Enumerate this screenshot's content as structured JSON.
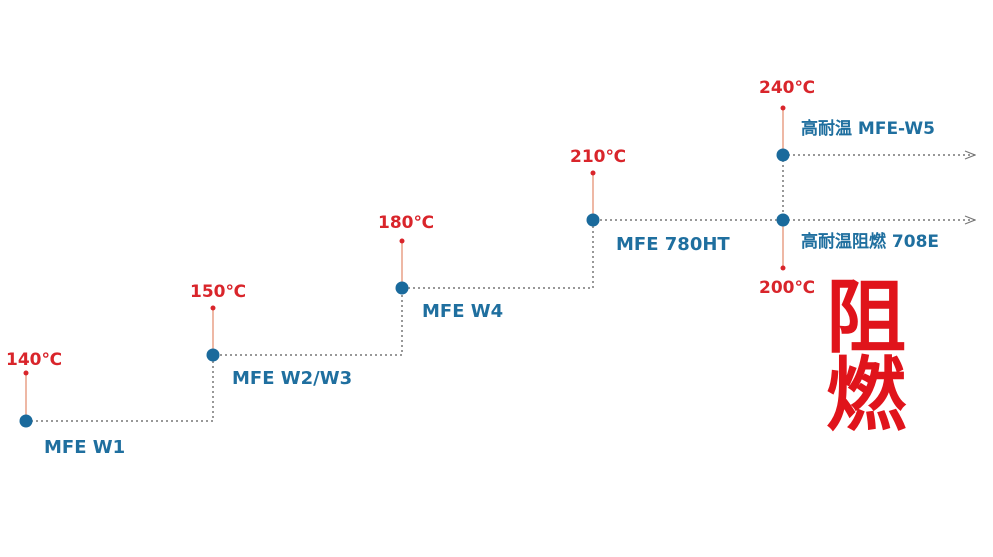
{
  "colors": {
    "dot": "#1a6a9c",
    "temperature_text": "#d9252b",
    "product_text": "#1f6f9f",
    "stem_line": "#e8a087",
    "path_line": "#777777",
    "highlight": "#e0141b"
  },
  "steps": [
    {
      "temperature": "140℃",
      "product": "MFE W1"
    },
    {
      "temperature": "150℃",
      "product": "MFE W2/W3"
    },
    {
      "temperature": "180℃",
      "product": "MFE W4"
    },
    {
      "temperature": "210℃",
      "product": "MFE 780HT"
    },
    {
      "temperature": "240℃",
      "product": "高耐温 MFE-W5"
    },
    {
      "temperature": "200℃",
      "product": "高耐温阻燃 708E"
    }
  ],
  "flame_retardant_label": [
    "阻",
    "燃"
  ]
}
